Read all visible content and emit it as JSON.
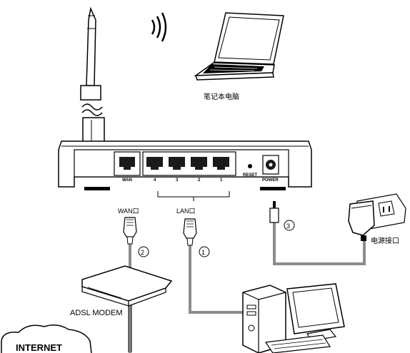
{
  "labels": {
    "laptop": "笔记本电脑",
    "wan_port": "WAN",
    "lan_ports": [
      "4",
      "3",
      "2",
      "1"
    ],
    "reset": "RESET",
    "power": "POWER",
    "wan_jack": "WAN口",
    "lan_jack": "LAN口",
    "power_jack": "电源接口",
    "modem": "ADSL MODEM",
    "internet": "INTERNET"
  },
  "steps": [
    "①",
    "②",
    "③"
  ],
  "colors": {
    "line": "#000000",
    "cable": "#8c8c8c",
    "port": "#1a1a1a",
    "fill": "#ffffff"
  }
}
